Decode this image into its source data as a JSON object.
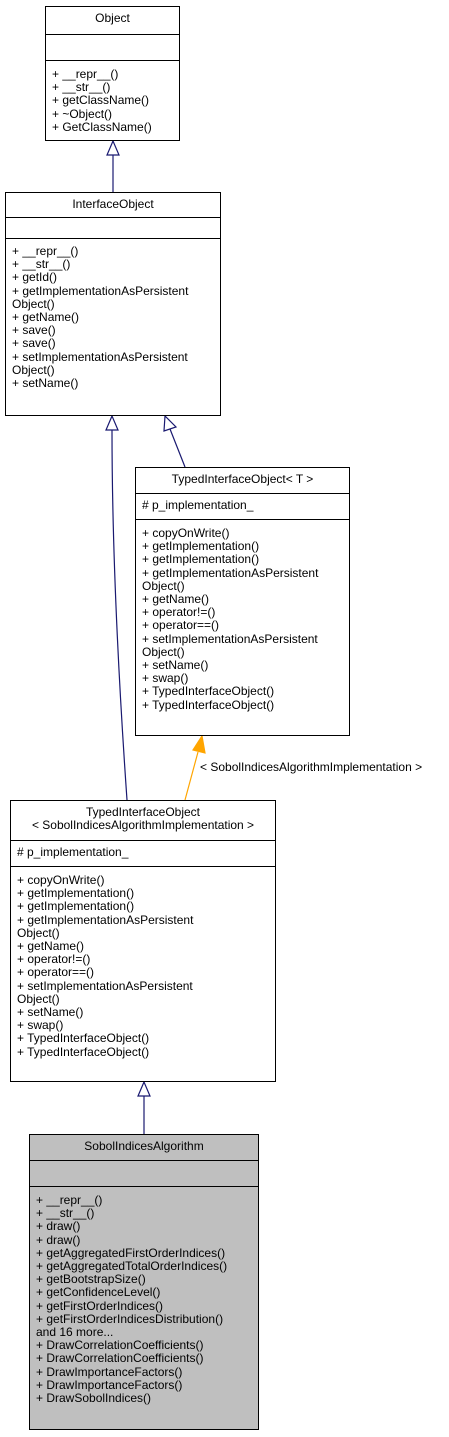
{
  "classes": {
    "object": {
      "title": [
        "Object"
      ],
      "attributes": [],
      "methods": [
        "+ __repr__()",
        "+ __str__()",
        "+ getClassName()",
        "+ ~Object()",
        "+ GetClassName()"
      ]
    },
    "interface_object": {
      "title": [
        "InterfaceObject"
      ],
      "attributes": [],
      "methods": [
        "+ __repr__()",
        "+ __str__()",
        "+ getId()",
        "+ getImplementationAsPersistent",
        "Object()",
        "+ getName()",
        "+ save()",
        "+ save()",
        "+ setImplementationAsPersistent",
        "Object()",
        "+ setName()"
      ]
    },
    "typed_interface_object_t": {
      "title": [
        "TypedInterfaceObject< T >"
      ],
      "attributes": [
        "# p_implementation_"
      ],
      "methods": [
        "+ copyOnWrite()",
        "+ getImplementation()",
        "+ getImplementation()",
        "+ getImplementationAsPersistent",
        "Object()",
        "+ getName()",
        "+ operator!=()",
        "+ operator==()",
        "+ setImplementationAsPersistent",
        "Object()",
        "+ setName()",
        "+ swap()",
        "+ TypedInterfaceObject()",
        "+ TypedInterfaceObject()"
      ]
    },
    "typed_interface_object_sobol": {
      "title": [
        "TypedInterfaceObject",
        "< SobolIndicesAlgorithmImplementation >"
      ],
      "attributes": [
        "# p_implementation_"
      ],
      "methods": [
        "+ copyOnWrite()",
        "+ getImplementation()",
        "+ getImplementation()",
        "+ getImplementationAsPersistent",
        "Object()",
        "+ getName()",
        "+ operator!=()",
        "+ operator==()",
        "+ setImplementationAsPersistent",
        "Object()",
        "+ setName()",
        "+ swap()",
        "+ TypedInterfaceObject()",
        "+ TypedInterfaceObject()"
      ]
    },
    "sobol_indices_algorithm": {
      "title": [
        "SobolIndicesAlgorithm"
      ],
      "attributes": [],
      "methods": [
        "+ __repr__()",
        "+ __str__()",
        "+ draw()",
        "+ draw()",
        "+ getAggregatedFirstOrderIndices()",
        "+ getAggregatedTotalOrderIndices()",
        "+ getBootstrapSize()",
        "+ getConfidenceLevel()",
        "+ getFirstOrderIndices()",
        "+ getFirstOrderIndicesDistribution()",
        "and 16 more...",
        "+ DrawCorrelationCoefficients()",
        "+ DrawCorrelationCoefficients()",
        "+ DrawImportanceFactors()",
        "+ DrawImportanceFactors()",
        "+ DrawSobolIndices()"
      ]
    }
  },
  "template_binding_label": "< SobolIndicesAlgorithmImplementation >",
  "colors": {
    "inheritance_edge": "#191970",
    "template_edge": "#ffa500",
    "highlight_fill": "#bfbfbf"
  }
}
